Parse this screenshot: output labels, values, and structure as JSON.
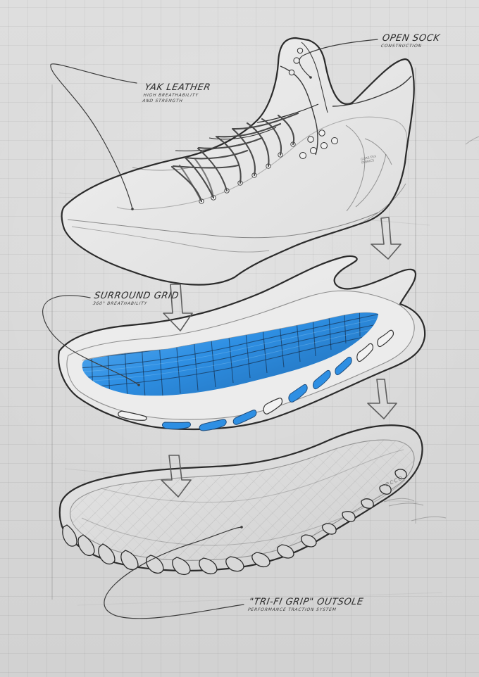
{
  "labels": {
    "yak": {
      "title": "YAK LEATHER",
      "sub": "HIGH BREATHABILITY",
      "sub2": "AND STRENGTH"
    },
    "sock": {
      "title": "OPEN SOCK",
      "sub": "CONSTRUCTION"
    },
    "grid": {
      "title": "SURROUND GRID",
      "sub": "360° BREATHABILITY"
    },
    "outsole": {
      "title": "\"TRI-FI GRIP\" OUTSOLE",
      "sub": "PERFORMANCE TRACTION SYSTEM"
    }
  },
  "marks": {
    "outsole_logo": "ecco",
    "upper_tag": "GORE-TEX FABRICS"
  },
  "colors": {
    "paper": "#d7d7d7",
    "line": "#2b2b2b",
    "grid_blue": "#2e8fe3",
    "grid_light": "#6bb6f2",
    "grid_dark": "#1d64a8"
  }
}
